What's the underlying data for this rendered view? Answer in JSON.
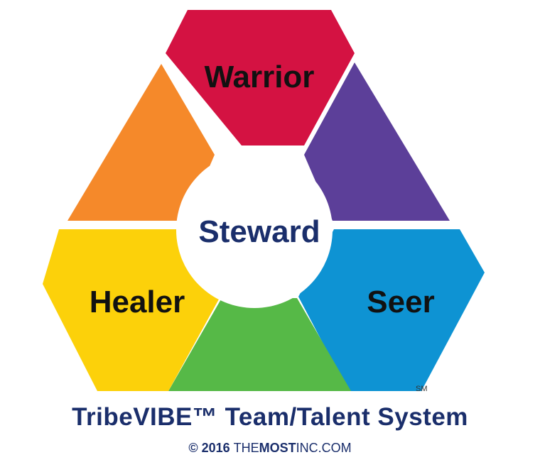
{
  "diagram": {
    "segments": {
      "warrior": {
        "label": "Warrior",
        "color": "#d41242"
      },
      "purple": {
        "color": "#5c3f99"
      },
      "seer": {
        "label": "Seer",
        "color": "#0e93d3"
      },
      "green": {
        "color": "#56b947"
      },
      "healer": {
        "label": "Healer",
        "color": "#fcd10a"
      },
      "orange": {
        "color": "#f5892a"
      }
    },
    "center": {
      "label": "Steward"
    },
    "service_mark": "SM"
  },
  "footer": {
    "title": "TribeVIBE™ Team/Talent System",
    "copyright": {
      "prefix": "© 2016 ",
      "the": "THE",
      "most": "MOST",
      "suffix": "INC.COM"
    }
  }
}
